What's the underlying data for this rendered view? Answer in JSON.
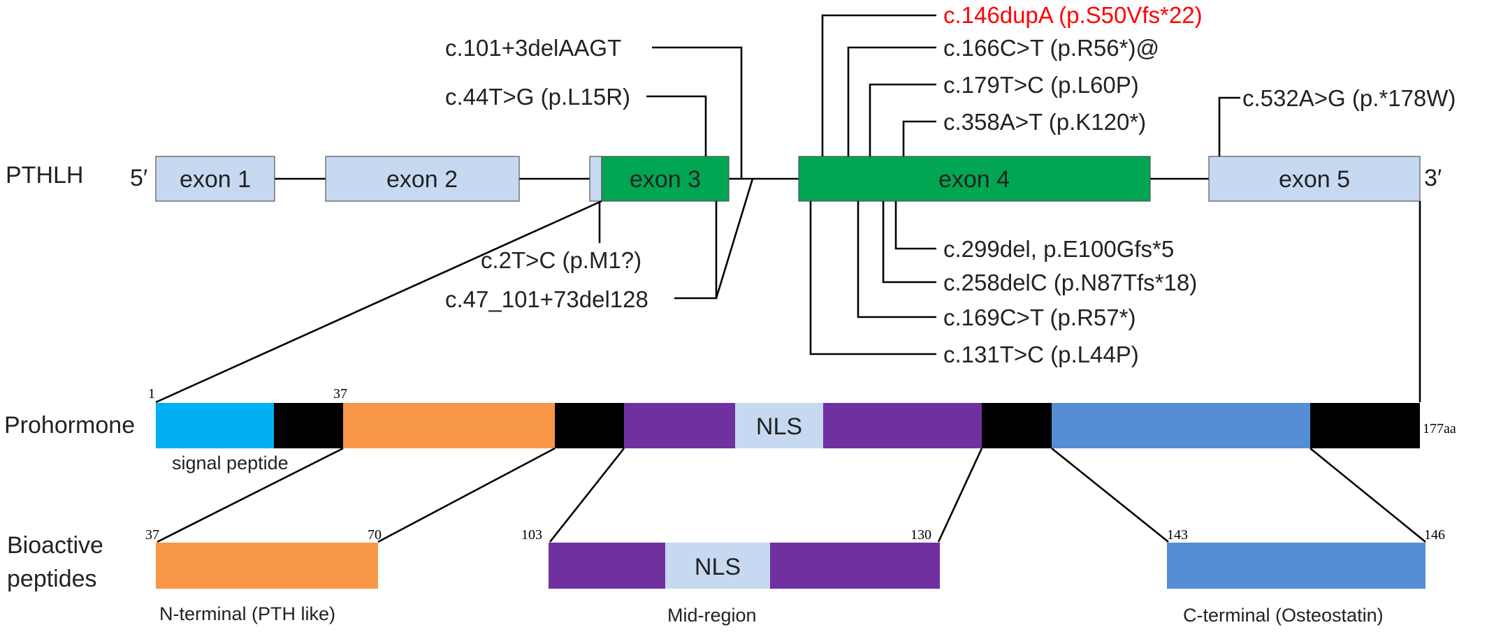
{
  "colors": {
    "exon_light": "#c6d9f1",
    "exon_coding": "#00a651",
    "signal": "#00b0f0",
    "n_terminal": "#f79646",
    "mid_region": "#7030a0",
    "c_terminal": "#558ed5",
    "nls": "#c6d9f1",
    "spacer": "#000000",
    "highlight_mutation": "#ff0000"
  },
  "gene": {
    "row_label": "PTHLH",
    "five_prime": "5′",
    "three_prime": "3′",
    "exons": [
      "exon 1",
      "exon 2",
      "exon 3",
      "exon 4",
      "exon 5"
    ]
  },
  "mutations": {
    "m_146dupA": "c.146dupA (p.S50Vfs*22)",
    "m_101_3del": "c.101+3delAAGT",
    "m_166": "c.166C>T (p.R56*)@",
    "m_179": "c.179T>C (p.L60P)",
    "m_44": "c.44T>G (p.L15R)",
    "m_532": "c.532A>G (p.*178W)",
    "m_358": "c.358A>T (p.K120*)",
    "m_2": "c.2T>C (p.M1?)",
    "m_299": "c.299del, p.E100Gfs*5",
    "m_258": "c.258delC (p.N87Tfs*18)",
    "m_47": "c.47_101+73del128",
    "m_169": "c.169C>T (p.R57*)",
    "m_131": "c.131T>C (p.L44P)"
  },
  "prohormone": {
    "row_label": "Prohormone",
    "start_num": "1",
    "pos37": "37",
    "end_label": "177aa",
    "signal_label": "signal peptide",
    "nls": "NLS"
  },
  "peptides": {
    "row_label_line1": "Bioactive",
    "row_label_line2": "peptides",
    "n_start": "37",
    "n_end": "70",
    "mid_start": "103",
    "mid_end": "130",
    "c_start": "143",
    "c_end": "146",
    "nls": "NLS",
    "n_label": "N-terminal (PTH like)",
    "mid_label": "Mid-region",
    "c_label": "C-terminal (Osteostatin)"
  }
}
